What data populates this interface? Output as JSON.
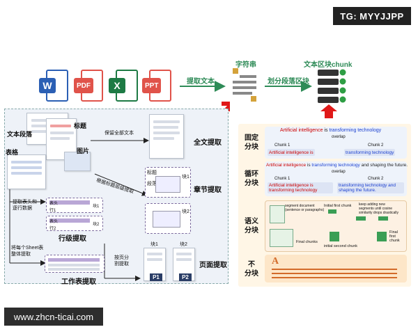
{
  "watermarks": {
    "top": "TG: MYYJJPP",
    "bottom": "www.zhcn-ticai.com"
  },
  "file_icons": [
    {
      "name": "word-icon",
      "badge": "W",
      "color": "#2b5fb4"
    },
    {
      "name": "pdf-icon",
      "badge": "PDF",
      "color": "#e0534a"
    },
    {
      "name": "excel-icon",
      "badge": "X",
      "color": "#1d7a44"
    },
    {
      "name": "ppt-icon",
      "badge": "PPT",
      "color": "#e0534a"
    }
  ],
  "top_flow": {
    "extract_text": "提取文本",
    "string_label": "字符串",
    "split_label": "划分段落区块",
    "chunk_label": "文本区块chunk"
  },
  "left": {
    "text_paragraph": "文本段落",
    "title": "标题",
    "table": "表格",
    "image": "图片",
    "keep_all_text": "保留全部文本",
    "full_text_extract": "全文提取",
    "by_heading": "根据标题层级提取",
    "heading": "标题",
    "paragraph": "段落",
    "block1": "块1",
    "block2": "块2",
    "chapter_extract": "章节提取",
    "header_rows_note": "提取表头和\n逐行数据",
    "header_tag": "表头",
    "row1": "行1",
    "row2": "行2",
    "row_extract": "行级提取",
    "sheet_note": "将每个Sheet表\n整体提取",
    "sheet_extract": "工作表提取",
    "page_split": "按页分\n割提取",
    "page_extract": "页面提取",
    "p1": "P1",
    "p2": "P2"
  },
  "right": {
    "fixed": "固定\n分块",
    "loop": "循环\n分块",
    "semantic": "语义\n分块",
    "none": "不\n分块",
    "fixed_sentence": [
      "Artificial intelligence",
      " is ",
      "transforming technology"
    ],
    "loop_sentence": [
      "Artificial intelligence",
      " is ",
      "transforming technology",
      " and shaping the future."
    ],
    "overlap": "overlap",
    "chunk1": "Chunk 1",
    "chunk2": "Chunk 2",
    "fixed_c1": "Artificial intelligence is",
    "fixed_c2": "transforming technology",
    "loop_c1": "Artificial intelligence is transforming technology",
    "loop_c2": "transforming technology and shaping the future.",
    "seg_doc": "segment document\n(sentence or paragraphs)",
    "initial_first": "Initial first chunk",
    "keep_adding": "keep adding new\nsegments until cosine\nsimilarity drops drastically",
    "final_chunks": "Final chunks",
    "initial_second": "initial second chunk",
    "final_first": "Final\nfirst\nchunk",
    "none_letter": "A"
  },
  "colors": {
    "accent_green": "#2e8b57",
    "arrow_red": "#e01818",
    "text_red": "#c00000",
    "text_blue": "#1a3fd0"
  }
}
